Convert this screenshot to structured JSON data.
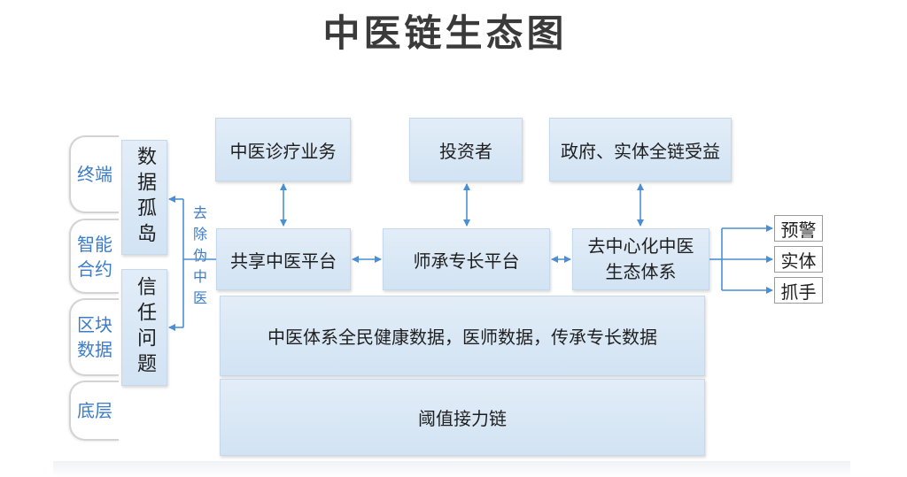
{
  "title": "中医链生态图",
  "layers": [
    "终端",
    "智能合约",
    "区块数据",
    "底层"
  ],
  "problems": [
    "数据孤岛",
    "信任问题"
  ],
  "action": "去除伪中医",
  "top_row": [
    "中医诊疗业务",
    "投资者",
    "政府、实体全链受益"
  ],
  "middle_row": [
    "共享中医平台",
    "师承专长平台",
    "去中心化中医生态体系"
  ],
  "outputs": [
    "预警",
    "实体",
    "抓手"
  ],
  "data_layer": "中医体系全民健康数据，医师数据，传承专长数据",
  "base_layer": "阈值接力链",
  "colors": {
    "box_fill": "#d7e6f5",
    "accent_text": "#3c7cc8",
    "arrow": "#4a8fd6"
  }
}
